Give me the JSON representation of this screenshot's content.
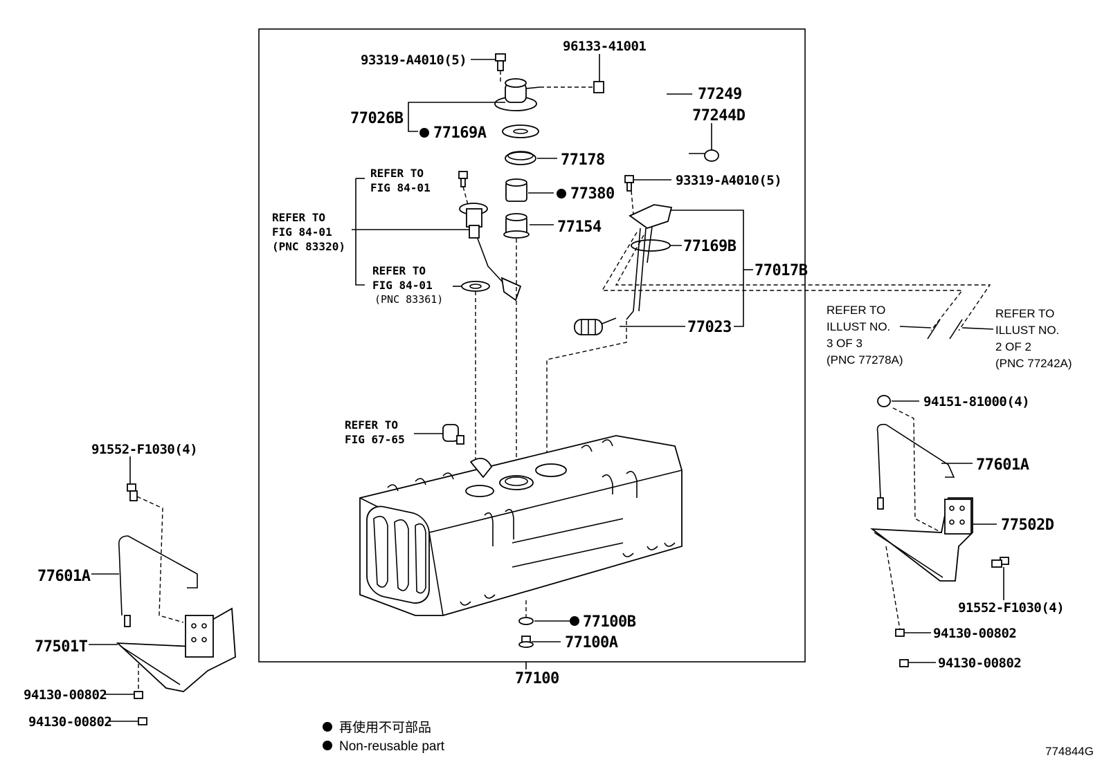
{
  "labels": {
    "p93319_top": "93319-A4010(5)",
    "p96133": "96133-41001",
    "p77249": "77249",
    "p77244d": "77244D",
    "p77026b": "77026B",
    "p77169a": "77169A",
    "p77178": "77178",
    "p77380": "77380",
    "p77154": "77154",
    "p93319_right": "93319-A4010(5)",
    "p77169b": "77169B",
    "p77017b": "77017B",
    "p77023": "77023",
    "p77100b": "77100B",
    "p77100a": "77100A",
    "p77100": "77100",
    "p91552_left": "91552-F1030(4)",
    "p77601a_left": "77601A",
    "p77501t": "77501T",
    "p94130_l1": "94130-00802",
    "p94130_l2": "94130-00802",
    "p94151": "94151-81000(4)",
    "p77601a_right": "77601A",
    "p77502d": "77502D",
    "p91552_right": "91552-F1030(4)",
    "p94130_r1": "94130-00802",
    "p94130_r2": "94130-00802"
  },
  "refs": {
    "r1_l1": "REFER TO",
    "r1_l2": "FIG 84-01",
    "r2_l1": "REFER TO",
    "r2_l2": "FIG 84-01",
    "r2_l3": "(PNC 83320)",
    "r3_l1": "REFER TO",
    "r3_l2": "FIG 84-01",
    "r3_l3": "(PNC 83361)",
    "r4_l1": "REFER TO",
    "r4_l2": "FIG 67-65",
    "r5_l1": "REFER TO",
    "r5_l2": "ILLUST NO.",
    "r5_l3": "3 OF 3",
    "r5_l4": "(PNC 77278A)",
    "r6_l1": "REFER TO",
    "r6_l2": "ILLUST NO.",
    "r6_l3": "2 OF 2",
    "r6_l4": "(PNC 77242A)"
  },
  "legend": {
    "jp": "再使用不可部品",
    "en": "Non-reusable part"
  },
  "illustration_id": "774844G"
}
